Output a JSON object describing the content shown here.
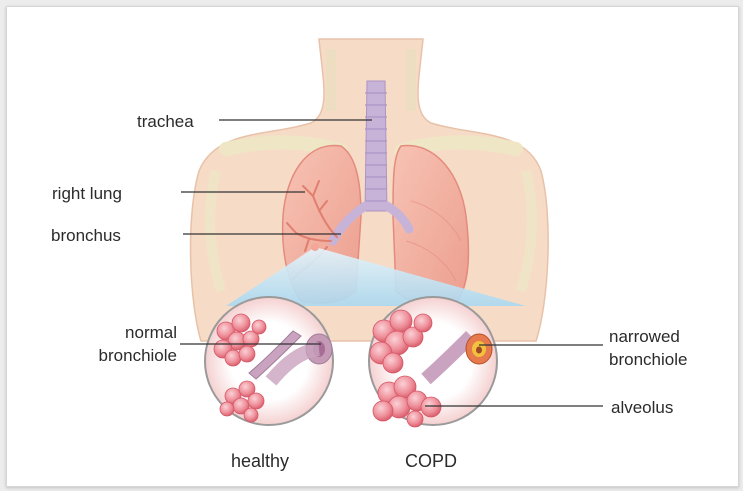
{
  "labels": {
    "trachea": "trachea",
    "right_lung": "right lung",
    "bronchus": "bronchus",
    "normal_bronchiole_line1": "normal",
    "normal_bronchiole_line2": "bronchiole",
    "narrowed_bronchiole_line1": "narrowed",
    "narrowed_bronchiole_line2": "bronchiole",
    "alveolus": "alveolus"
  },
  "captions": {
    "healthy": "healthy",
    "copd": "COPD"
  },
  "colors": {
    "skin": "#f6dcc6",
    "bone": "#f1ebcf",
    "lung": "#f2a99b",
    "lung_dark": "#e48b7e",
    "trachea": "#c7b3d8",
    "alveoli": "#ee8f9a",
    "alveoli_dark": "#d65766",
    "zoom": "#bfe3f5",
    "leader": "#333333"
  }
}
